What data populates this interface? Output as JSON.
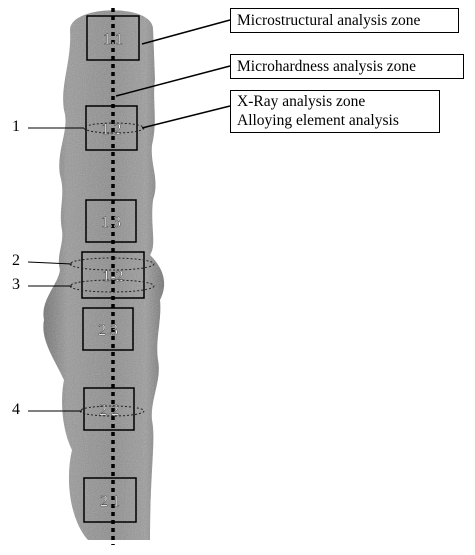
{
  "legend": {
    "microstructural": "Microstructural analysis zone",
    "microhardness": "Microhardness analysis zone",
    "xray_line1": "X-Ray analysis zone",
    "xray_line2": "Alloying element analysis"
  },
  "zones": [
    "1.1",
    "1.2",
    "1.3",
    "1-2",
    "2.3",
    "2.2",
    "2.1"
  ],
  "side_labels": [
    "1",
    "2",
    "3",
    "4"
  ],
  "colors": {
    "specimen": "#8a8a8a",
    "line": "#000000",
    "background": "#ffffff"
  }
}
